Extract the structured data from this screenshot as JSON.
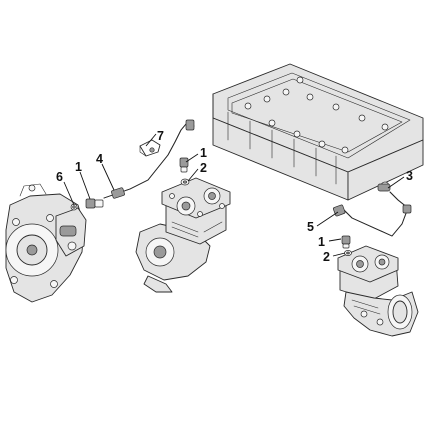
{
  "callouts": {
    "c1_left": "1",
    "c4": "4",
    "c6": "6",
    "c7": "7",
    "c1_mid": "1",
    "c2_mid": "2",
    "c3": "3",
    "c5": "5",
    "c1_right": "1",
    "c2_right": "2"
  }
}
